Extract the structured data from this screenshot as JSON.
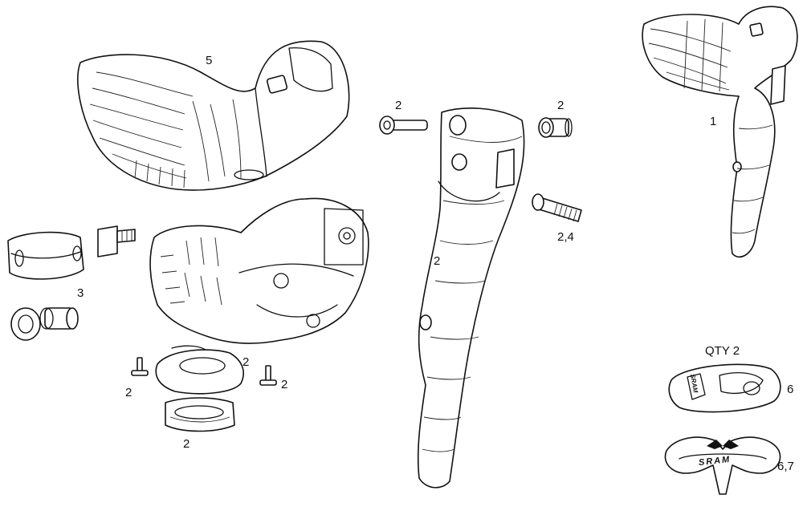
{
  "labels": {
    "hood": "5",
    "bolt_top_left": "2",
    "bushing_top_right": "2",
    "lever_assembly": "1",
    "pin_bolt": "2,4",
    "clamp": "3",
    "lever_blade": "2",
    "screw_left": "2",
    "body_plate": "2",
    "screw_right": "2",
    "bottom_ring": "2",
    "qty": "QTY 2",
    "cover": "6",
    "clip": "6,7"
  },
  "logos": {
    "clip_brand": "SRAM",
    "cover_brand": "SRAM"
  }
}
